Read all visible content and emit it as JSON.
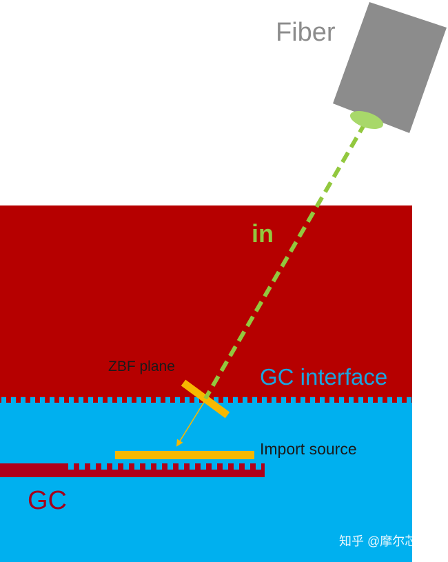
{
  "labels": {
    "fiber": "Fiber",
    "in": "in",
    "zbf_plane": "ZBF plane",
    "gc_interface": "GC interface",
    "import_source": "Import source",
    "gc": "GC",
    "watermark": "知乎 @摩尔芯创"
  },
  "colors": {
    "cladding_red": "#b60000",
    "substrate_blue": "#00b0ef",
    "fiber_gray": "#8c8c8c",
    "beam_green": "#92c83e",
    "source_yellow": "#f7b800",
    "grating_red": "#b0001a",
    "gc_text_red": "#a3001b",
    "interface_text_blue": "#1aa5e0"
  },
  "icons": {
    "fiber": "fiber-block",
    "beam": "dashed-beam-line",
    "arrow": "arrow-down-left"
  }
}
